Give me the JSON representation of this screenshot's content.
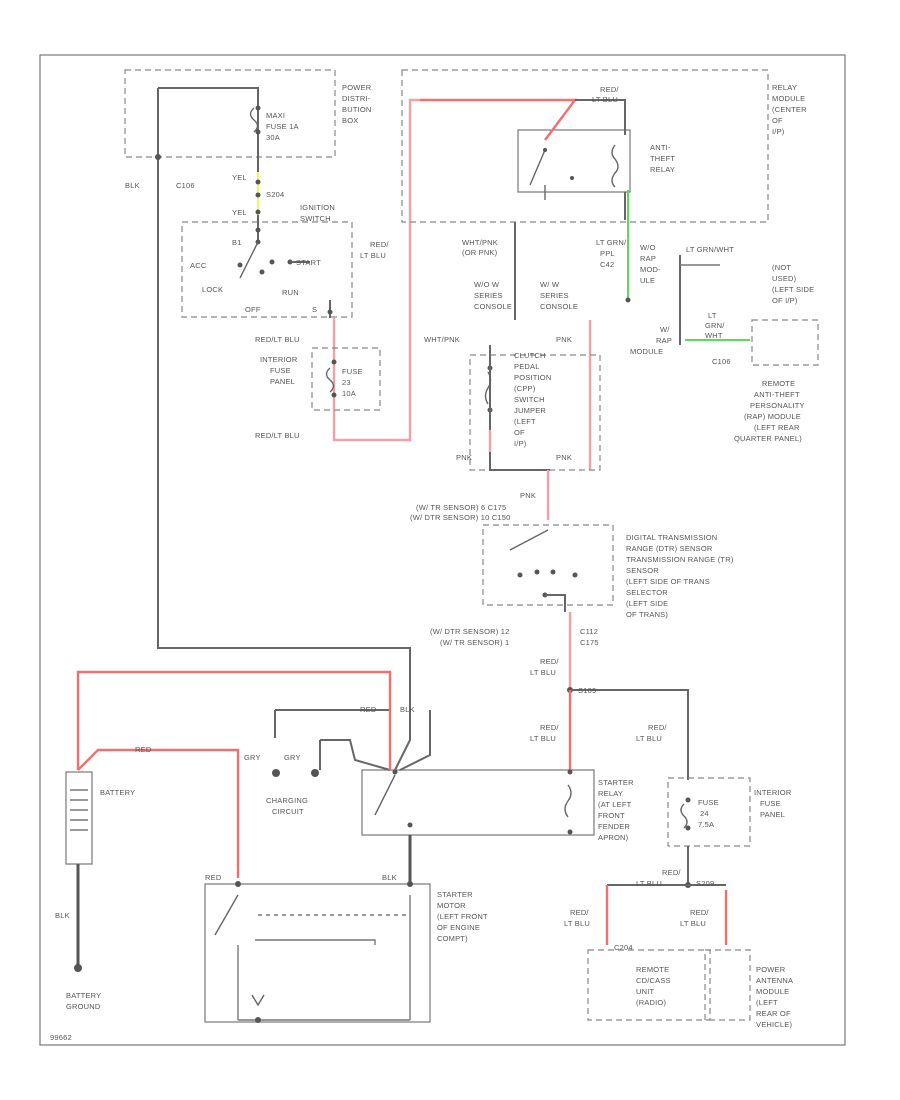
{
  "labels": {
    "power_box": [
      "POWER",
      "DISTRI-",
      "BUTION",
      "BOX"
    ],
    "maxi_fuse": [
      "MAXI",
      "FUSE 1A",
      "30A"
    ],
    "relay_module": [
      "RELAY",
      "MODULE",
      "(CENTER",
      "OF",
      "I/P)"
    ],
    "anti_theft_relay": [
      "ANTI-",
      "THEFT",
      "RELAY"
    ],
    "relay_wire": [
      "RED/",
      "LT BLU"
    ],
    "wire_blk_left": "BLK",
    "conn_c106": "C106",
    "wire_yel_top": "YEL",
    "splice_s204": "S204",
    "wire_yel_bottom": "YEL",
    "ignition_switch": [
      "IGNITION",
      "SWITCH"
    ],
    "ign_b1": "B1",
    "ign_acc": "ACC",
    "ign_start": "START",
    "ign_lock": "LOCK",
    "ign_run": "RUN",
    "ign_off": "OFF",
    "ign_s": "S",
    "ign_run_wire": [
      "RED/",
      "LT BLU"
    ],
    "wire_redltblu_ifp": "RED/LT BLU",
    "interior_fuse_panel": [
      "INTERIOR",
      "FUSE",
      "PANEL"
    ],
    "fuse_15a": [
      "FUSE",
      "23",
      "10A"
    ],
    "wire_redltblu_bottom": "RED/LT BLU",
    "wht_pnk": [
      "WHT/PNK",
      "(OR PNK)"
    ],
    "floor_console": [
      "W/O W",
      "SERIES",
      "CONSOLE"
    ],
    "series_console": [
      "W/ W",
      "SERIES",
      "CONSOLE"
    ],
    "wht_pnk_cpp": "WHT/PNK",
    "pnk_cpp": "PNK",
    "clutch_switch": [
      "CLUTCH",
      "PEDAL",
      "POSITION",
      "(CPP)",
      "SWITCH",
      "JUMPER",
      "(LEFT",
      "OF",
      "I/P)"
    ],
    "cpp_pnk_left": "PNK",
    "cpp_pnk_right": "PNK",
    "lt_grn_ppl": [
      "LT GRN/",
      "PPL",
      "C42"
    ],
    "wb_module": [
      "W/O",
      "RAP",
      "MOD-",
      "ULE"
    ],
    "lt_grn_wht": "LT GRN/WHT",
    "rap_module": [
      "W/",
      "RAP",
      "MODULE"
    ],
    "lt_grn_wht2": [
      "LT",
      "GRN/",
      "WHT"
    ],
    "c106b": "C106",
    "not_used": [
      "(NOT",
      "USED)",
      "(LEFT SIDE",
      "OF I/P)"
    ],
    "remote_antitheft": [
      "REMOTE",
      "ANTI-THEFT",
      "PERSONALITY",
      "(RAP) MODULE",
      "(LEFT REAR",
      "QUARTER PANEL)"
    ],
    "pnk_tr": "PNK",
    "tr_sensor_top": "(W/ TR SENSOR)   6   C175",
    "dtr_sensor_top": "(W/ DTR SENSOR) 10   C150",
    "dtr_desc": [
      "DIGITAL TRANSMISSION",
      "RANGE (DTR) SENSOR",
      "TRANSMISSION RANGE (TR)",
      "SENSOR",
      "(LEFT SIDE OF TRANS",
      "SELECTOR",
      "(LEFT SIDE",
      "OF TRANS)"
    ],
    "dtr_sensor_bottom": "(W/ DTR SENSOR) 12",
    "tr_sensor_bottom": "(W/ TR SENSOR)    1",
    "c_bottom": [
      "C112",
      "C175"
    ],
    "red_ltblu_mid": [
      "RED/",
      "LT BLU"
    ],
    "s109": "S109",
    "red_ltblu_starter": [
      "RED/",
      "LT BLU"
    ],
    "red_ltblu_right": [
      "RED/",
      "LT BLU"
    ],
    "starter_relay": [
      "STARTER",
      "RELAY",
      "(AT LEFT",
      "FRONT",
      "FENDER",
      "APRON)"
    ],
    "wire_red_top": "RED",
    "wire_blk_top": "BLK",
    "wire_red_batt": "RED",
    "wire_gry1": "GRY",
    "wire_gry2": "GRY",
    "battery": "BATTERY",
    "charging_circuit": [
      "CHARGING",
      "CIRCUIT"
    ],
    "interior_fuse_panel2": [
      "INTERIOR",
      "FUSE",
      "PANEL"
    ],
    "fuse_24": [
      "FUSE",
      "24",
      "7.5A"
    ],
    "red_ltblu_fuse": [
      "RED/",
      "LT BLU"
    ],
    "s209": "S209",
    "wire_red_motor": "RED",
    "wire_blk_motor": "BLK",
    "starter_motor": [
      "STARTER",
      "MOTOR",
      "(LEFT FRONT",
      "OF ENGINE",
      "COMPT)"
    ],
    "red_ltblu_remote": [
      "RED/",
      "LT BLU"
    ],
    "red_ltblu_antenna": [
      "RED/",
      "LT BLU"
    ],
    "c204": "C204",
    "remote_cd": [
      "REMOTE",
      "CD/CASS",
      "UNIT",
      "(RADIO)"
    ],
    "power_antenna": [
      "POWER",
      "ANTENNA",
      "MODULE",
      "(LEFT",
      "REAR OF",
      "VEHICLE)"
    ],
    "wire_blk_ground": "BLK",
    "battery_ground": [
      "BATTERY",
      "GROUND"
    ],
    "figure_id": "99662"
  },
  "colors": {
    "red_wire": "#f07070",
    "pink_wire": "#f2a0a8",
    "green_wire": "#5adc5a",
    "yellow_wire": "#f2f27a",
    "black_wire": "#555555",
    "frame": "#777777"
  }
}
